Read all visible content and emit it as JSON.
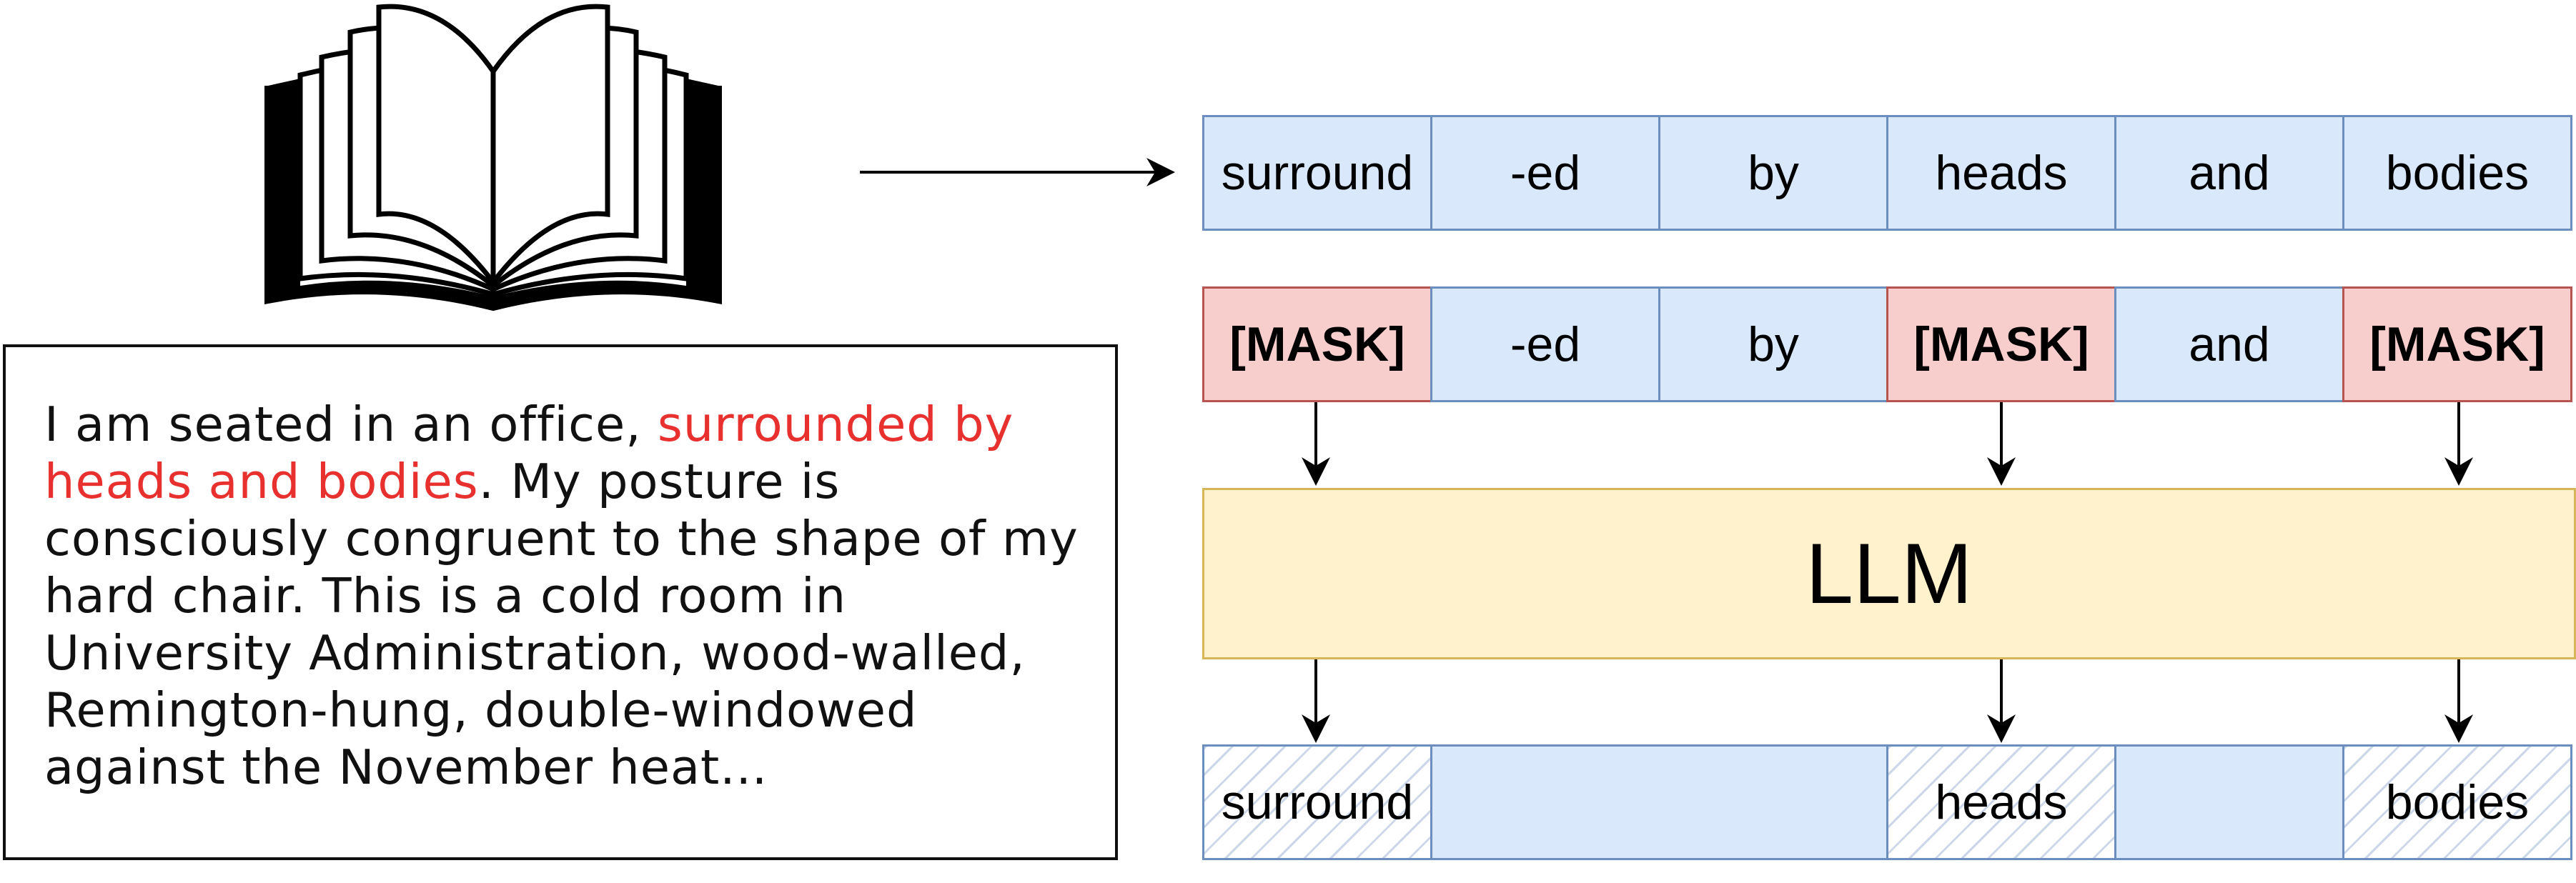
{
  "passage": {
    "before": "I am seated in an office, ",
    "highlight": "surrounded by heads and bodies",
    "after": ". My posture is consciously congruent to the shape of my hard chair. This is a cold room in University Administration, wood-walled, Remington-hung, double-windowed against the November heat..."
  },
  "tokens": [
    "surround",
    "-ed",
    "by",
    "heads",
    "and",
    "bodies"
  ],
  "masked_row": [
    "[MASK]",
    "-ed",
    "by",
    "[MASK]",
    "and",
    "[MASK]"
  ],
  "model_label": "LLM",
  "predicted_row": [
    "surround",
    "",
    "",
    "heads",
    "",
    "bodies"
  ],
  "colors": {
    "token_fill": "#dae8fc",
    "token_border": "#6c8ebf",
    "mask_fill": "#f8cecc",
    "mask_border": "#b85450",
    "llm_fill": "#fff2cc",
    "llm_border": "#d6b656",
    "highlight_text": "#e8302f"
  },
  "icon": "open-book-icon"
}
